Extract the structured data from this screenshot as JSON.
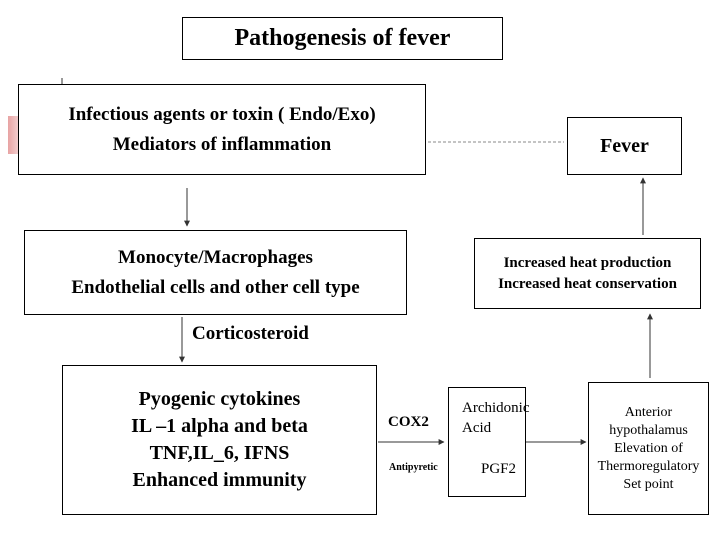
{
  "title": "Pathogenesis of fever",
  "boxes": {
    "infectious": [
      "Infectious agents or toxin ( Endo/Exo)",
      "Mediators of inflammation"
    ],
    "monocyte": [
      "Monocyte/Macrophages",
      "Endothelial cells and other cell type"
    ],
    "cytokines": [
      "Pyogenic cytokines",
      "IL –1 alpha and beta",
      "TNF,IL_6, IFNS",
      "Enhanced immunity"
    ],
    "archidonic": [
      "Archidonic",
      "Acid"
    ],
    "pgf2": "PGF2",
    "anterior": [
      "Anterior",
      "hypothalamus",
      "Elevation of",
      "Thermoregulatory",
      "Set point"
    ],
    "heat": [
      "Increased heat production",
      "Increased heat conservation"
    ],
    "fever": "Fever"
  },
  "labels": {
    "corticosteroid": "Corticosteroid",
    "cox2": "COX2",
    "antipyretic": "Antipyretic"
  },
  "colors": {
    "stroke": "#000000",
    "arrow": "#333333",
    "decor": "#e8a3a3"
  }
}
